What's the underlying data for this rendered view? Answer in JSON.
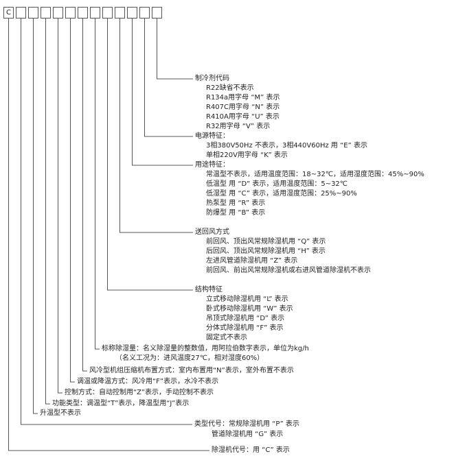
{
  "colors": {
    "background": "#ffffff",
    "line": "#555555",
    "text": "#222222"
  },
  "code_boxes": [
    "C",
    "",
    "",
    "",
    "",
    "",
    "",
    "",
    "",
    "",
    "",
    "",
    ""
  ],
  "items": [
    {
      "id": "dehumidifier-code",
      "label": "除湿机代号：用 “C” 表示",
      "sublines": []
    },
    {
      "id": "type-code",
      "label": "类型代号：常规除湿机用 “P” 表示",
      "sublines": [
        "管道除湿机用 “G” 表示"
      ]
    },
    {
      "id": "heating-type-note",
      "label": "升温型不表示",
      "sublines": []
    },
    {
      "id": "function-type",
      "label": "功能类型：调温型“T”表示，降温型用“J”表示",
      "sublines": []
    },
    {
      "id": "control-mode",
      "label": "控制方式：自动控制用“Z”表示，手动控制不表示",
      "sublines": []
    },
    {
      "id": "cooling-mode",
      "label": "调温或降温方式：风冷用“F”表示，水冷不表示",
      "sublines": []
    },
    {
      "id": "compressor-layout",
      "label": "风冷型机组压缩机布置方式：室内布置用“N”表示，室外布置不表示",
      "sublines": []
    },
    {
      "id": "nominal-capacity",
      "label": "标称除湿量：名义除湿量的整数值，用阿拉伯数字表示，单位为kg/h",
      "sublines": [
        "（名义工况为：进风温度27℃，相对湿度60%）"
      ]
    },
    {
      "id": "structure-feature",
      "label": "结构特征",
      "sublines": [
        "立式移动除湿机用 “L” 表示",
        "卧式移动除湿机用 “W” 表示",
        "吊顶式除湿机用 “D” 表示",
        "分体式除湿机用 “F” 表示",
        "固定式不表示"
      ]
    },
    {
      "id": "air-flow-mode",
      "label": "送回风方式",
      "sublines": [
        "前回风、顶出风常规除湿机用 “Q” 表示",
        "后回风、顶出风常规除湿机用 “H” 表示",
        "左进风管道除湿机用 “Z” 表示",
        "前回风、前出风常规除湿机或右进风管道除湿机不表示"
      ]
    },
    {
      "id": "application-feature",
      "label": "用途特征：",
      "sublines": [
        "常温型不表示，适用温度范围：18~32℃，适用湿度范围：45%~90%",
        "低温型 用 “D” 表示，适用温度范围：5~32℃",
        "低湿型 用 “C” 表示，适用湿度范围：25%~90%",
        "热泵型 用 “R” 表示",
        "防爆型 用 “B” 表示"
      ]
    },
    {
      "id": "power-feature",
      "label": "电源特征：",
      "sublines": [
        "3相380V50Hz 不表示，3相440V60Hz 用 “E” 表示",
        "单相220V用字母 “K” 表示"
      ]
    },
    {
      "id": "refrigerant-code",
      "label": "制冷剂代码",
      "sublines": [
        "R22缺省不表示",
        "R134a用字母 “M” 表示",
        "R407C用字母 “N” 表示",
        "R410A用字母 “U” 表示",
        "R32用字母 “V” 表示"
      ]
    }
  ]
}
